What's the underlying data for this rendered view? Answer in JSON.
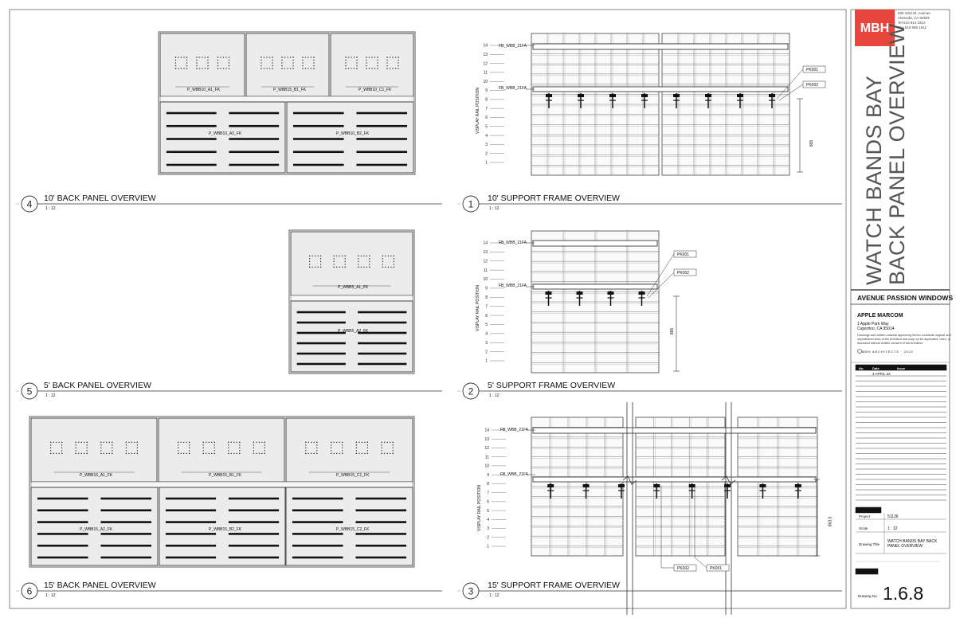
{
  "sheet": {
    "firm": {
      "logo": "MBH",
      "address_lines": [
        "690 43rd St. Avenue",
        "Alameda, CA 94501",
        "Tel 510 814 3312",
        "Fax 510 865 1611"
      ],
      "footer_mark": "MBH ARCHITECTS · 2022"
    },
    "title_lines": [
      "WATCH BANDS BAY",
      "BACK PANEL OVERVIEW"
    ],
    "project_name": "AVENUE PASSION WINDOWS",
    "client": {
      "name": "APPLE MARCOM",
      "address_lines": [
        "1 Apple Park Way",
        "Cupertino, CA 95014"
      ]
    },
    "notice": "Drawings and written material appearing herein constitute original and unpublished work of the Architect and may not be duplicated, used, or disclosed without written consent of the Architect.",
    "revision_headers": [
      "No.",
      "Date",
      "Issue"
    ],
    "revisions": [
      {
        "no": "",
        "date": "4 APRIL 22",
        "issue": ""
      }
    ],
    "project_label": "Project",
    "project_number": "51136",
    "scale_label": "Scale",
    "scale_value": "1 : 12",
    "drawing_title_label": "Drawing Title",
    "drawing_title_lines": [
      "WATCH BANDS BAY BACK",
      "PANEL OVERVIEW"
    ],
    "drawing_no_label": "Drawing No.",
    "drawing_number": "1.6.8"
  },
  "views": [
    {
      "num": "4",
      "title": "10' BACK PANEL OVERVIEW",
      "scale": "1 : 12"
    },
    {
      "num": "1",
      "title": "10' SUPPORT FRAME OVERVIEW",
      "scale": "1 : 12"
    },
    {
      "num": "5",
      "title": "5' BACK PANEL OVERVIEW",
      "scale": "1 : 12"
    },
    {
      "num": "2",
      "title": "5' SUPPORT FRAME OVERVIEW",
      "scale": "1 : 12"
    },
    {
      "num": "6",
      "title": "15' BACK PANEL OVERVIEW",
      "scale": "1 : 12"
    },
    {
      "num": "3",
      "title": "15' SUPPORT FRAME OVERVIEW",
      "scale": "1 : 12"
    }
  ],
  "panel_tags": {
    "p10": [
      "P_WBB10_A1_FK",
      "P_WBB15_B1_FK",
      "P_WBB10_C1_FK",
      "P_WBB10_A2_FK",
      "P_WBB10_B2_FK"
    ],
    "p5": [
      "P_WBB5_A1_FK",
      "P_WBB5_A2_FK"
    ],
    "p15": [
      "P_WBB15_A1_FK",
      "P_WBB15_B1_FK",
      "P_WBB15_C1_FK",
      "P_WBB15_A2_FK",
      "P_WBB15_B2_FK",
      "P_WBB15_C2_FK"
    ]
  },
  "frames": {
    "rail_axis_label": "VISPLAY RAIL POSITION",
    "rail_numbers": [
      "14",
      "13",
      "12",
      "11",
      "10",
      "9",
      "8",
      "7",
      "6",
      "5",
      "4",
      "3",
      "2",
      "1"
    ],
    "rail_tag_top": "FB_WBB_21FA",
    "rail_tag_mid": "FB_WBB_21FA",
    "tag_pk1": "PK001",
    "tag_pk2": "PK002",
    "dim_10": "865",
    "dim_5": "865",
    "dim_15": "863.5"
  }
}
